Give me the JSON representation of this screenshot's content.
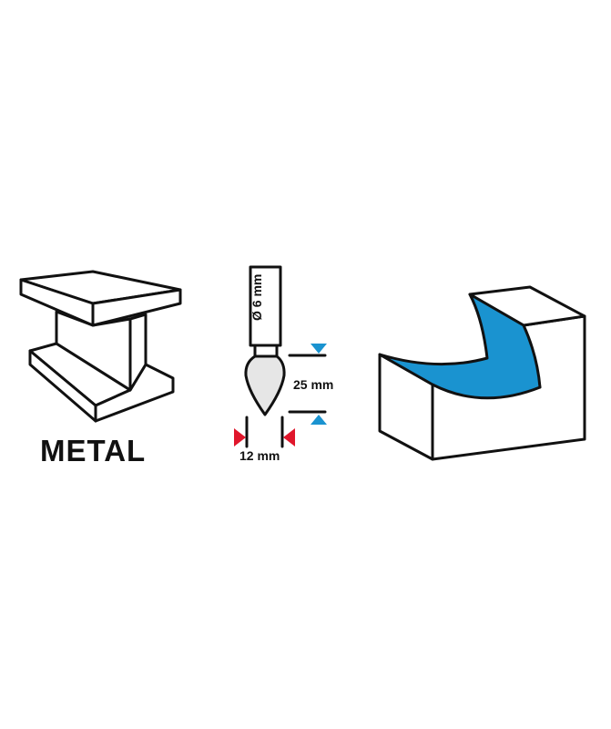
{
  "material": {
    "label": "METAL",
    "icon": "i-beam-icon"
  },
  "tool": {
    "shank_diameter": "Ø 6 mm",
    "head_length": "25 mm",
    "head_diameter": "12 mm",
    "head_shape": "pointed-teardrop"
  },
  "application": {
    "icon": "contour-grinding-block-icon"
  },
  "colors": {
    "accent_blue": "#1a93d0",
    "marker_red": "#e0162b",
    "head_gray": "#e6e6e6",
    "line": "#111111"
  }
}
